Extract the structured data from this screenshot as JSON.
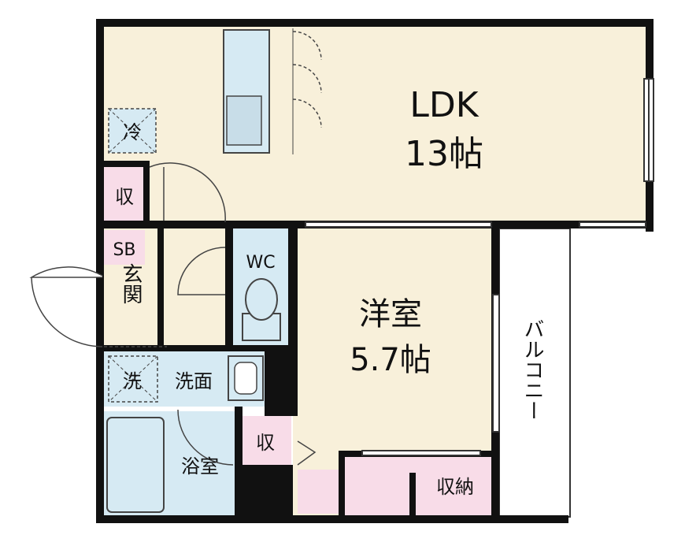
{
  "colors": {
    "room_floor": "#f8f0da",
    "wet_area": "#d6eaf3",
    "storage": "#f8dce8",
    "wall": "#111111",
    "balcony": "#ffffff"
  },
  "rooms": {
    "ldk": {
      "name": "LDK",
      "size": "13帖"
    },
    "western": {
      "name": "洋室",
      "size": "5.7帖"
    },
    "balcony": {
      "label": "バルコニー"
    },
    "wc": {
      "label": "WC"
    },
    "entrance": {
      "label": "玄関"
    },
    "washroom": {
      "label": "洗面"
    },
    "bathroom": {
      "label": "浴室"
    },
    "shoe_box": {
      "label": "SB"
    },
    "fridge": {
      "label": "冷"
    },
    "washer": {
      "label": "洗"
    },
    "closet_ldk": {
      "label": "収"
    },
    "closet_hall": {
      "label": "収"
    },
    "closet_main": {
      "label": "収納"
    }
  }
}
